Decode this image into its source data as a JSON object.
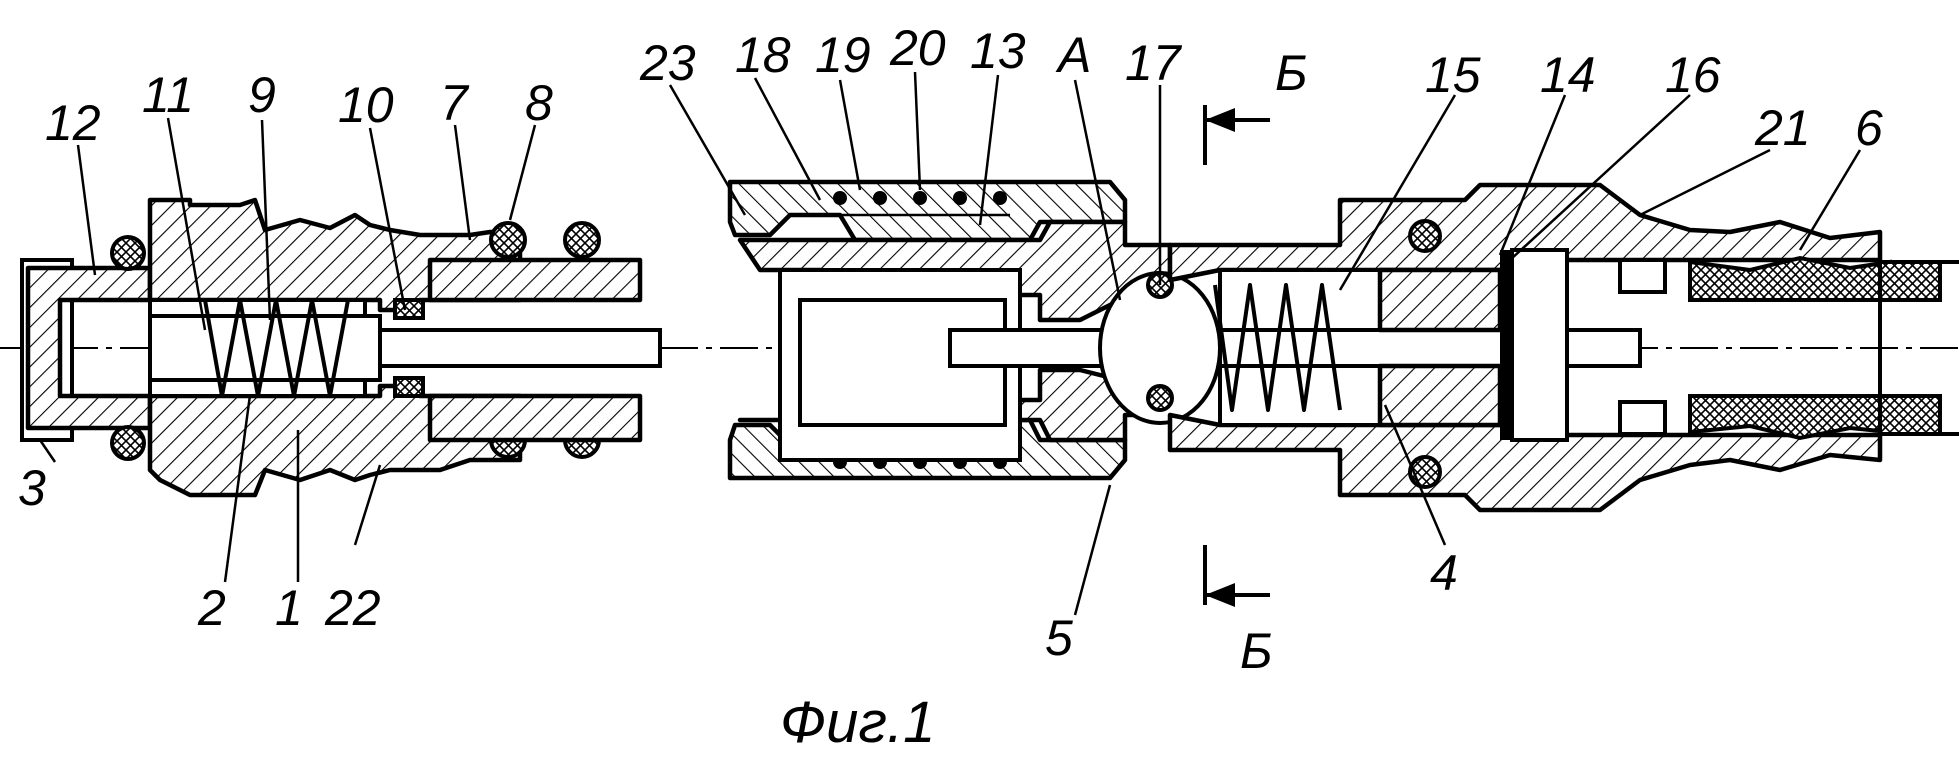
{
  "figure": {
    "caption": "Фиг.1",
    "section_marker": "Б",
    "detail_marker": "А"
  },
  "part_labels_top": [
    "12",
    "11",
    "9",
    "10",
    "7",
    "8",
    "23",
    "18",
    "19",
    "20",
    "13",
    "А",
    "17",
    "15",
    "14",
    "16",
    "21",
    "6"
  ],
  "part_labels_bottom": [
    "3",
    "2",
    "1",
    "22",
    "5",
    "4"
  ],
  "labels": {
    "l12": "12",
    "l11": "11",
    "l9": "9",
    "l10": "10",
    "l7": "7",
    "l8": "8",
    "l23": "23",
    "l18": "18",
    "l19": "19",
    "l20": "20",
    "l13": "13",
    "lA": "А",
    "l17": "17",
    "l15": "15",
    "l14": "14",
    "l16": "16",
    "l21": "21",
    "l6": "6",
    "l3": "3",
    "l2": "2",
    "l1": "1",
    "l22": "22",
    "l5": "5",
    "l4": "4",
    "lB1": "Б",
    "lB2": "Б"
  }
}
